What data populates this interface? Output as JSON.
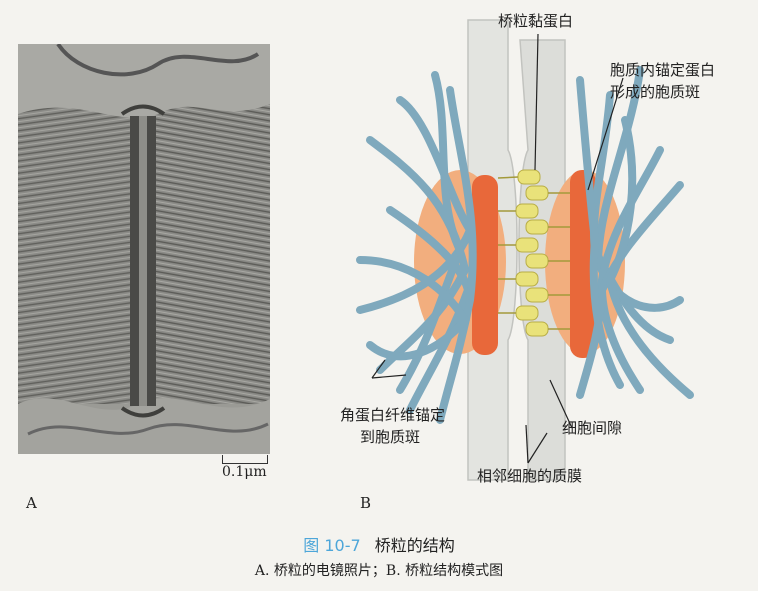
{
  "panel_a": {
    "scale_label": "0.1μm",
    "panel_label": "A"
  },
  "panel_b": {
    "panel_label": "B",
    "labels": {
      "desmoglein": "桥粒黏蛋白",
      "plaque_line1": "胞质内锚定蛋白",
      "plaque_line2": "形成的胞质斑",
      "keratin_line1": "角蛋白纤维锚定",
      "keratin_line2": "到胞质斑",
      "intercellular_space": "细胞间隙",
      "adjacent_membrane": "相邻细胞的质膜"
    }
  },
  "caption": {
    "figure_number": "图 10-7",
    "title": "桥粒的结构",
    "subtitle": "A. 桥粒的电镜照片；B. 桥粒结构模式图"
  },
  "colors": {
    "figure_number": "#4da6d9",
    "filament": "#7fa9bd",
    "plaque_outer": "#f2ae7e",
    "plaque_inner": "#e8683a",
    "cadherin": "#e9e27a",
    "membrane": "#d9dad6"
  }
}
